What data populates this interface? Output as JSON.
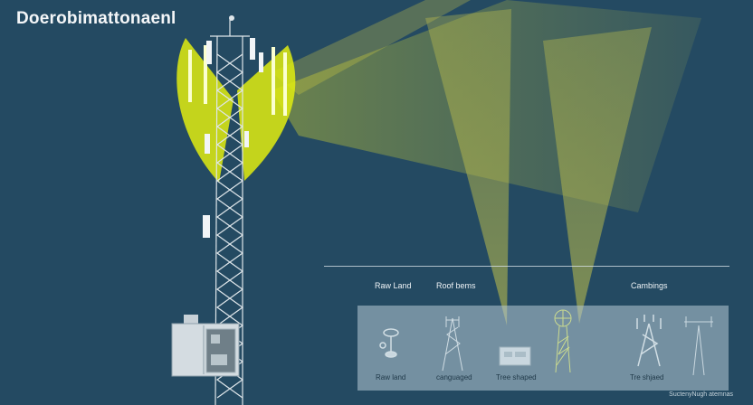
{
  "title": "Doerobimattonaenl",
  "headers": [
    "Raw Land",
    "Roof bems",
    "Cambings"
  ],
  "labels": [
    "Raw land",
    "canguaged",
    "Tree shaped",
    "Tre shjaed"
  ],
  "credit": "SuctenyNugh atemnas",
  "colors": {
    "background": "#244a62",
    "beam": "#d9d93a",
    "beam_glow": "#e6f014",
    "tower": "#dfe6ea",
    "panel": "#b6cad6"
  }
}
